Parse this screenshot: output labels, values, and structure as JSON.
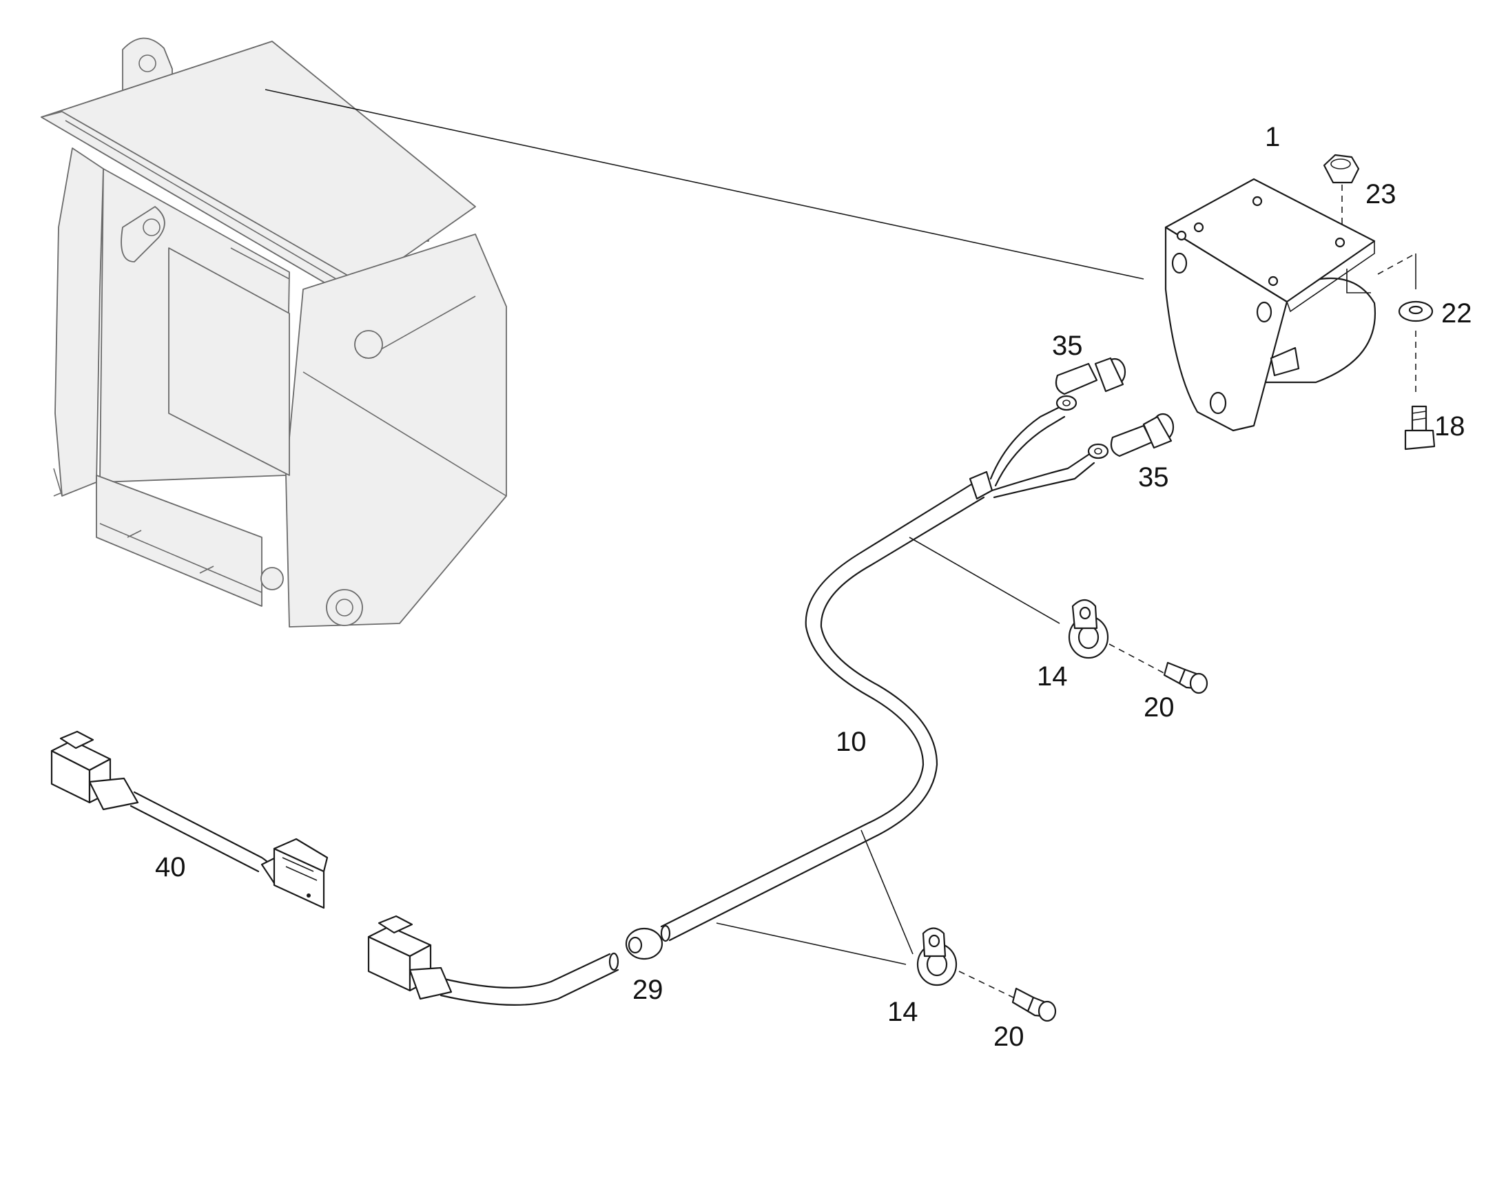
{
  "diagram": {
    "callouts": {
      "c1": "1",
      "c23": "23",
      "c22": "22",
      "c18": "18",
      "c35a": "35",
      "c35b": "35",
      "c14a": "14",
      "c20a": "20",
      "c10": "10",
      "c40": "40",
      "c29": "29",
      "c14b": "14",
      "c20b": "20"
    }
  }
}
